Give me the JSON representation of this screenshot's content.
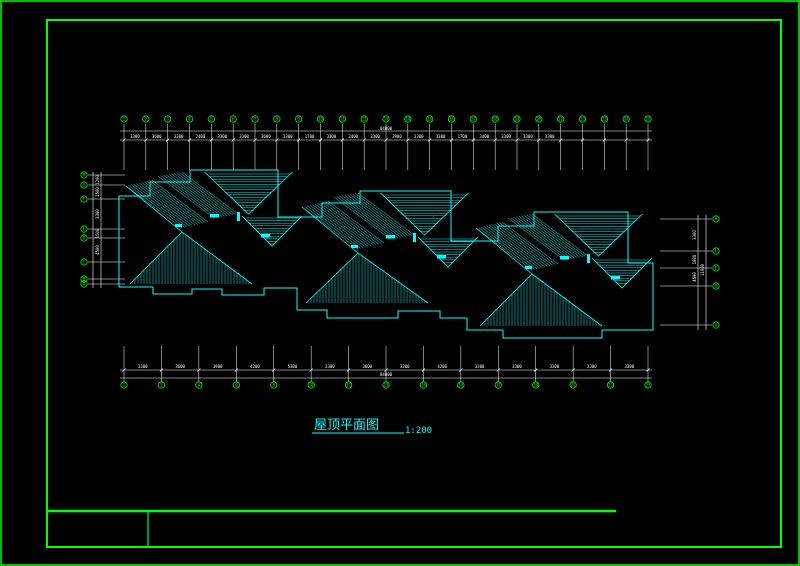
{
  "drawing": {
    "title": "屋顶平面图",
    "scale": "1:200"
  },
  "colors": {
    "background": "#000000",
    "frame": "#00ff00",
    "outline": "#00ffff",
    "hatch": "#00ffff",
    "dimension": "#ffffff",
    "axis_bubble": "#00ff00"
  },
  "top_axes": [
    "1",
    "2",
    "3",
    "4",
    "5",
    "6",
    "7",
    "8",
    "9",
    "10",
    "11",
    "12",
    "13",
    "14",
    "15",
    "16",
    "17",
    "18",
    "19",
    "20",
    "21",
    "22",
    "23",
    "24",
    "25"
  ],
  "top_dims": [
    "3300",
    "3600",
    "3300",
    "2400",
    "3300",
    "3300",
    "3600",
    "3300",
    "1700",
    "3300",
    "2400",
    "3300",
    "3900",
    "3300",
    "3300",
    "1700",
    "3400",
    "3300",
    "3300",
    "3300"
  ],
  "top_total": "84000",
  "bottom_axes": [
    "1",
    "2",
    "4",
    "6",
    "8",
    "10",
    "11",
    "13",
    "14",
    "16",
    "17",
    "19",
    "21",
    "23",
    "25"
  ],
  "bottom_dims": [
    "3300",
    "3600",
    "3900",
    "4200",
    "5300",
    "3300",
    "3600",
    "3300",
    "4200",
    "3300",
    "3300",
    "3300",
    "3300",
    "3300",
    "3300"
  ],
  "bottom_total": "84000",
  "left_axes": [
    "H",
    "G",
    "F",
    "E",
    "D",
    "C",
    "B",
    "A"
  ],
  "left_dims": [
    "1200",
    "1500",
    "3300",
    "1500",
    "4500"
  ],
  "right_axes": [
    "H",
    "F",
    "E",
    "D",
    "A"
  ],
  "right_dims": [
    "3300",
    "1800",
    "4500"
  ],
  "right_total": "11900"
}
